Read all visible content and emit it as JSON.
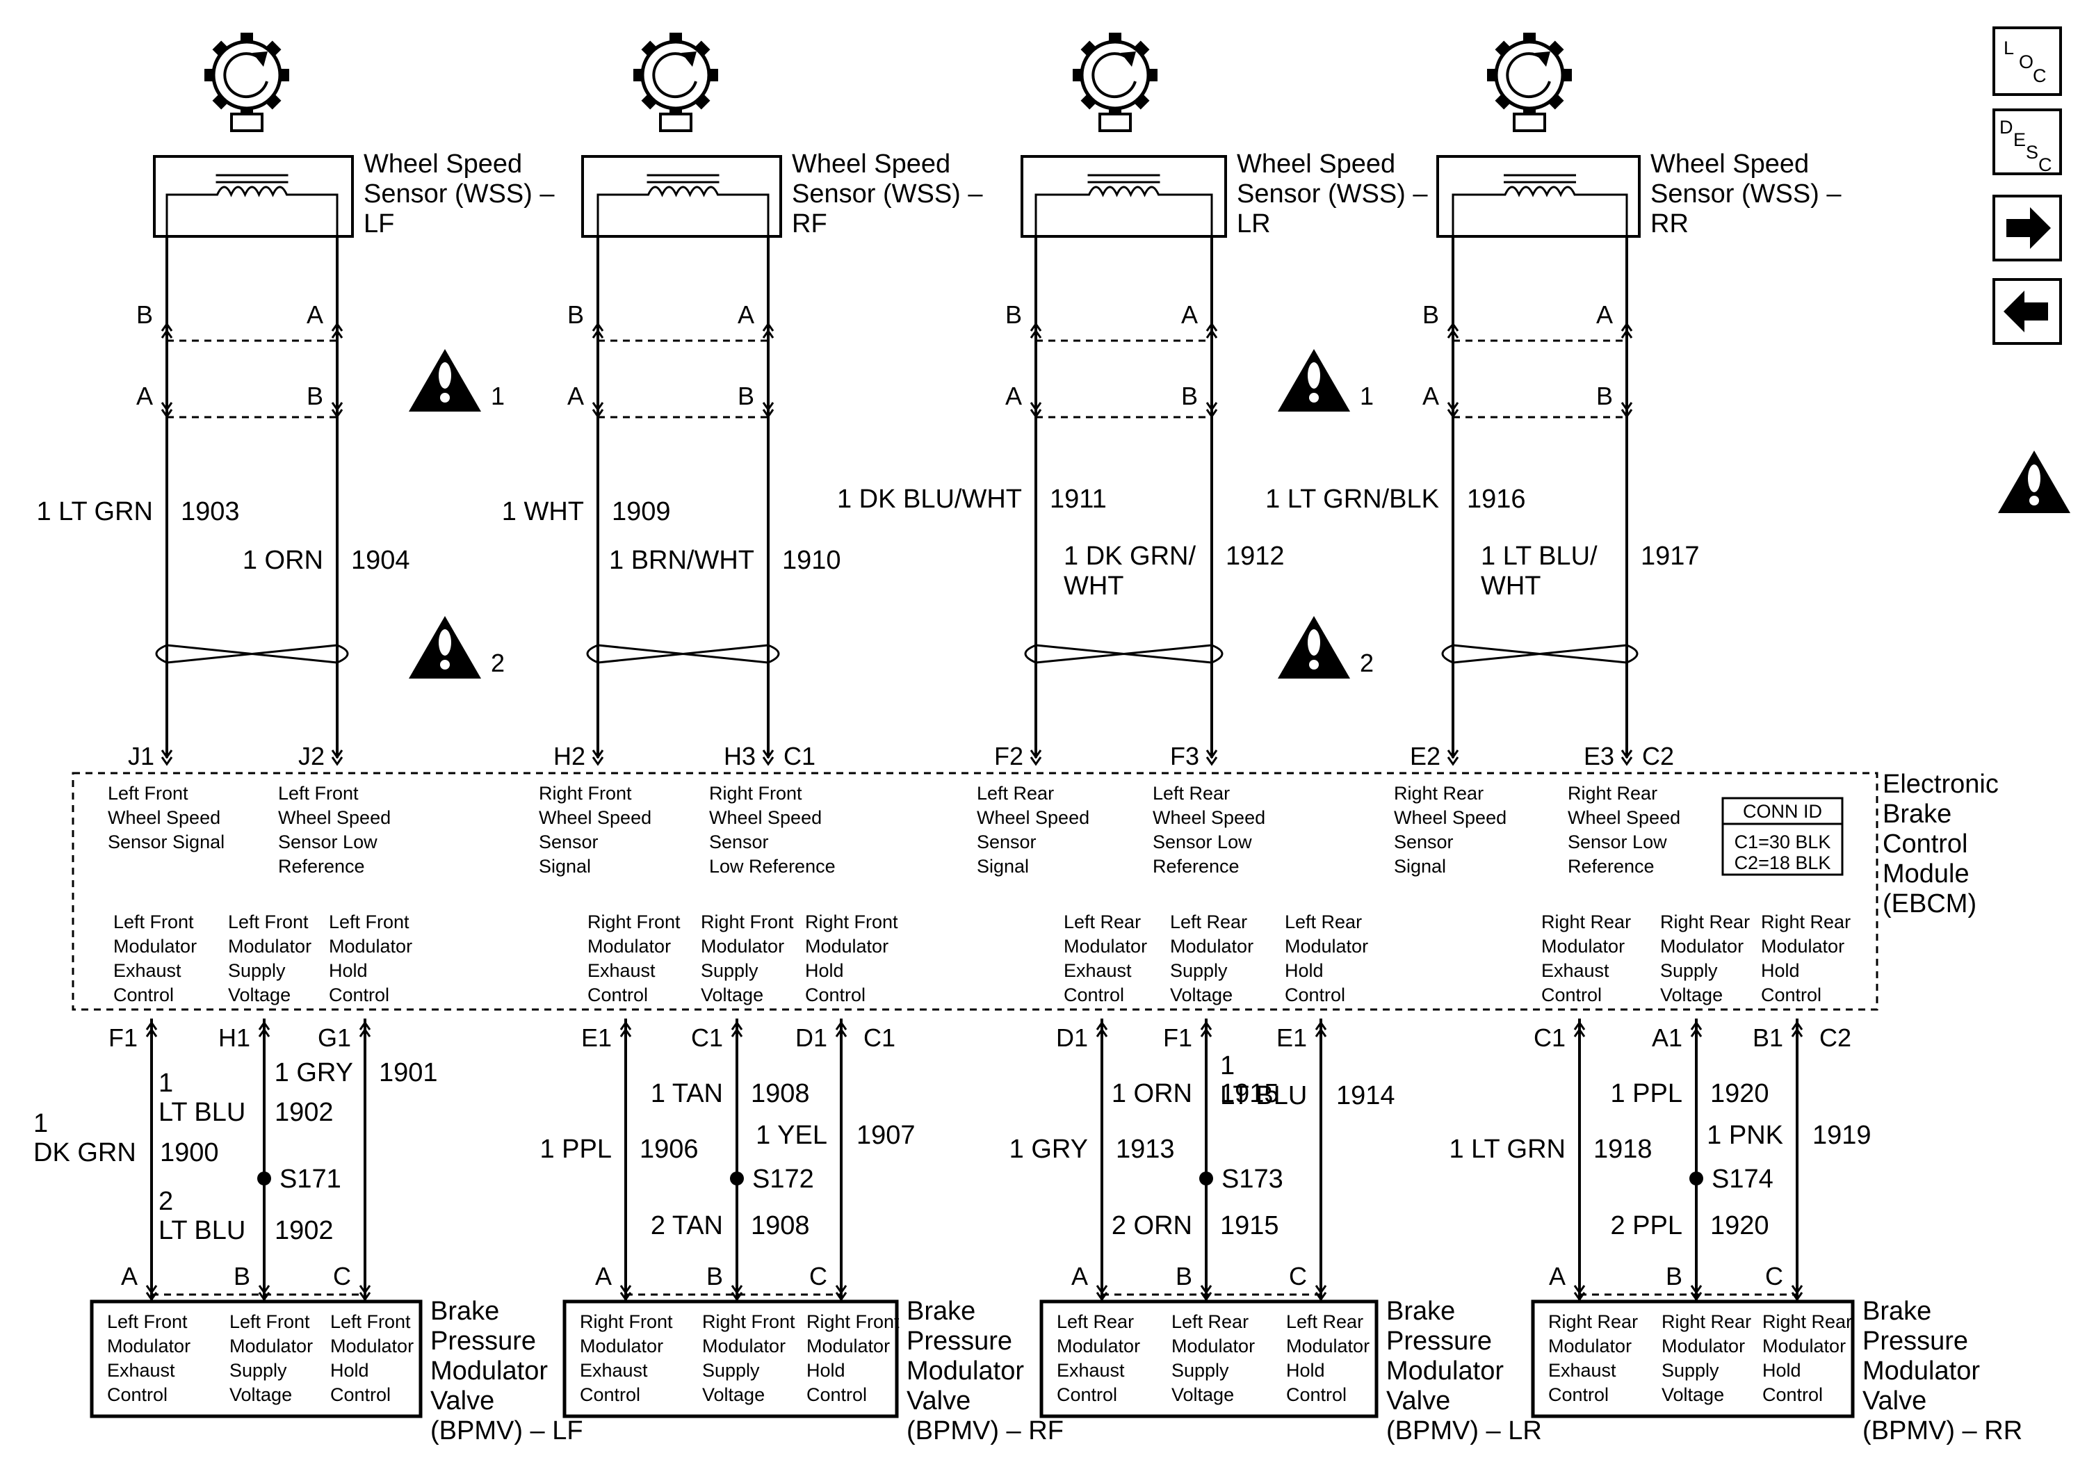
{
  "diagram": {
    "sensors": [
      {
        "id": "lf",
        "title": [
          "Wheel Speed",
          "Sensor (WSS) –",
          "LF"
        ],
        "top_pins": [
          "B",
          "A"
        ],
        "mid_pins": [
          "A",
          "B"
        ],
        "wire_left": {
          "label": "1 LT GRN",
          "num": "1903"
        },
        "wire_right": {
          "label": "1 ORN",
          "num": "1904"
        },
        "ebcm_pins": [
          "J1",
          "J2"
        ],
        "ebcm_extra": "",
        "signal_lines": [
          "Left Front",
          "Wheel Speed",
          "Sensor Signal"
        ],
        "ref_lines": [
          "Left Front",
          "Wheel Speed",
          "Sensor Low",
          "Reference"
        ],
        "warn1": "1",
        "warn2": "2"
      },
      {
        "id": "rf",
        "title": [
          "Wheel Speed",
          "Sensor (WSS) –",
          "RF"
        ],
        "top_pins": [
          "B",
          "A"
        ],
        "mid_pins": [
          "A",
          "B"
        ],
        "wire_left": {
          "label": "1 WHT",
          "num": "1909"
        },
        "wire_right": {
          "label": "1 BRN/WHT",
          "num": "1910"
        },
        "ebcm_pins": [
          "H2",
          "H3"
        ],
        "ebcm_extra": "C1",
        "signal_lines": [
          "Right Front",
          "Wheel Speed",
          "Sensor",
          "Signal"
        ],
        "ref_lines": [
          "Right Front",
          "Wheel Speed",
          "Sensor",
          "Low Reference"
        ],
        "warn1": "",
        "warn2": ""
      },
      {
        "id": "lr",
        "title": [
          "Wheel Speed",
          "Sensor (WSS) –",
          "LR"
        ],
        "top_pins": [
          "B",
          "A"
        ],
        "mid_pins": [
          "A",
          "B"
        ],
        "wire_left": {
          "label": "1 DK BLU/WHT",
          "num": "1911"
        },
        "wire_right": {
          "label": [
            "1 DK GRN/",
            "WHT"
          ],
          "num": "1912"
        },
        "ebcm_pins": [
          "F2",
          "F3"
        ],
        "ebcm_extra": "",
        "signal_lines": [
          "Left Rear",
          "Wheel Speed",
          "Sensor",
          "Signal"
        ],
        "ref_lines": [
          "Left Rear",
          "Wheel Speed",
          "Sensor Low",
          "Reference"
        ],
        "warn1": "1",
        "warn2": "2"
      },
      {
        "id": "rr",
        "title": [
          "Wheel Speed",
          "Sensor (WSS) –",
          "RR"
        ],
        "top_pins": [
          "B",
          "A"
        ],
        "mid_pins": [
          "A",
          "B"
        ],
        "wire_left": {
          "label": "1 LT GRN/BLK",
          "num": "1916"
        },
        "wire_right": {
          "label": [
            "1 LT BLU/",
            "WHT"
          ],
          "num": "1917"
        },
        "ebcm_pins": [
          "E2",
          "E3"
        ],
        "ebcm_extra": "C2",
        "signal_lines": [
          "Right Rear",
          "Wheel Speed",
          "Sensor",
          "Signal"
        ],
        "ref_lines": [
          "Right Rear",
          "Wheel Speed",
          "Sensor Low",
          "Reference"
        ],
        "warn1": "",
        "warn2": ""
      }
    ],
    "ebcm": {
      "title": [
        "Electronic",
        "Brake",
        "Control",
        "Module",
        "(EBCM)"
      ],
      "conn_id_title": "CONN ID",
      "conn_id_lines": [
        "C1=30 BLK",
        "C2=18 BLK"
      ]
    },
    "modulators": [
      {
        "id": "lf",
        "funcs": [
          [
            "Left Front",
            "Modulator",
            "Exhaust",
            "Control"
          ],
          [
            "Left Front",
            "Modulator",
            "Supply",
            "Voltage"
          ],
          [
            "Left Front",
            "Modulator",
            "Hold",
            "Control"
          ]
        ],
        "ebcm_pins": [
          "F1",
          "H1",
          "G1"
        ],
        "ebcm_extra": "",
        "wires": [
          "1 GRY",
          "1901"
        ],
        "supply_top": [
          "1",
          "LT BLU",
          "1902"
        ],
        "supply_bot": [
          "2",
          "LT BLU",
          "1902"
        ],
        "exhaust": [
          "1",
          "DK GRN",
          "1900"
        ],
        "splice": "S171",
        "valve_pins": [
          "A",
          "B",
          "C"
        ],
        "valve_funcs": [
          [
            "Left Front",
            "Modulator",
            "Exhaust",
            "Control"
          ],
          [
            "Left Front",
            "Modulator",
            "Supply",
            "Voltage"
          ],
          [
            "Left Front",
            "Modulator",
            "Hold",
            "Control"
          ]
        ],
        "valve_title": [
          "Brake",
          "Pressure",
          "Modulator",
          "Valve",
          "(BPMV) – LF"
        ]
      },
      {
        "id": "rf",
        "funcs": [
          [
            "Right Front",
            "Modulator",
            "Exhaust",
            "Control"
          ],
          [
            "Right Front",
            "Modulator",
            "Supply",
            "Voltage"
          ],
          [
            "Right Front",
            "Modulator",
            "Hold",
            "Control"
          ]
        ],
        "ebcm_pins": [
          "E1",
          "C1",
          "D1"
        ],
        "ebcm_extra": "C1",
        "wires": [
          "1 YEL",
          "1907"
        ],
        "supply_top": [
          "",
          "1 TAN",
          "1908"
        ],
        "supply_bot": [
          "",
          "2 TAN",
          "1908"
        ],
        "exhaust": [
          "",
          "1 PPL",
          "1906"
        ],
        "splice": "S172",
        "valve_pins": [
          "A",
          "B",
          "C"
        ],
        "valve_funcs": [
          [
            "Right Front",
            "Modulator",
            "Exhaust",
            "Control"
          ],
          [
            "Right Front",
            "Modulator",
            "Supply",
            "Voltage"
          ],
          [
            "Right Front",
            "Modulator",
            "Hold",
            "Control"
          ]
        ],
        "valve_title": [
          "Brake",
          "Pressure",
          "Modulator",
          "Valve",
          "(BPMV) – RF"
        ]
      },
      {
        "id": "lr",
        "funcs": [
          [
            "Left Rear",
            "Modulator",
            "Exhaust",
            "Control"
          ],
          [
            "Left Rear",
            "Modulator",
            "Supply",
            "Voltage"
          ],
          [
            "Left Rear",
            "Modulator",
            "Hold",
            "Control"
          ]
        ],
        "ebcm_pins": [
          "D1",
          "F1",
          "E1"
        ],
        "ebcm_extra": "",
        "wires": [
          "1",
          "LT BLU",
          "1914"
        ],
        "supply_top": [
          "",
          "1 ORN",
          "1915"
        ],
        "supply_bot": [
          "",
          "2 ORN",
          "1915"
        ],
        "exhaust": [
          "",
          "1 GRY",
          "1913"
        ],
        "splice": "S173",
        "valve_pins": [
          "A",
          "B",
          "C"
        ],
        "valve_funcs": [
          [
            "Left Rear",
            "Modulator",
            "Exhaust",
            "Control"
          ],
          [
            "Left Rear",
            "Modulator",
            "Supply",
            "Voltage"
          ],
          [
            "Left Rear",
            "Modulator",
            "Hold",
            "Control"
          ]
        ],
        "valve_title": [
          "Brake",
          "Pressure",
          "Modulator",
          "Valve",
          "(BPMV) – LR"
        ]
      },
      {
        "id": "rr",
        "funcs": [
          [
            "Right Rear",
            "Modulator",
            "Exhaust",
            "Control"
          ],
          [
            "Right Rear",
            "Modulator",
            "Supply",
            "Voltage"
          ],
          [
            "Right Rear",
            "Modulator",
            "Hold",
            "Control"
          ]
        ],
        "ebcm_pins": [
          "C1",
          "A1",
          "B1"
        ],
        "ebcm_extra": "C2",
        "wires": [
          "1 PNK",
          "1919"
        ],
        "supply_top": [
          "",
          "1 PPL",
          "1920"
        ],
        "supply_bot": [
          "",
          "2 PPL",
          "1920"
        ],
        "exhaust": [
          "",
          "1 LT GRN",
          "1918"
        ],
        "splice": "S174",
        "valve_pins": [
          "A",
          "B",
          "C"
        ],
        "valve_funcs": [
          [
            "Right Rear",
            "Modulator",
            "Exhaust",
            "Control"
          ],
          [
            "Right Rear",
            "Modulator",
            "Supply",
            "Voltage"
          ],
          [
            "Right Rear",
            "Modulator",
            "Hold",
            "Control"
          ]
        ],
        "valve_title": [
          "Brake",
          "Pressure",
          "Modulator",
          "Valve",
          "(BPMV) – RR"
        ]
      }
    ],
    "side_buttons": {
      "loc": [
        "L",
        "O",
        "C"
      ],
      "desc": [
        "D",
        "E",
        "S",
        "C"
      ]
    },
    "icons": {
      "next": "arrow-right-icon",
      "prev": "arrow-left-icon",
      "warning": "warning-triangle-icon"
    }
  }
}
